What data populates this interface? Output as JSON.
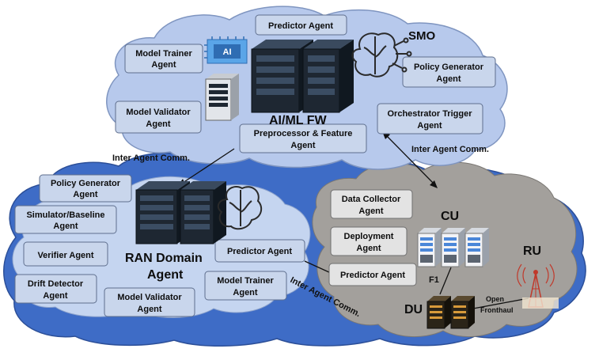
{
  "smo": {
    "title": "SMO",
    "framework_label": "AI/ML FW",
    "chip_label": "AI",
    "agents": {
      "predictor": "Predictor Agent",
      "model_trainer": [
        "Model Trainer",
        "Agent"
      ],
      "policy_generator": [
        "Policy Generator",
        "Agent"
      ],
      "model_validator": [
        "Model Validator",
        "Agent"
      ],
      "orchestrator_trigger": [
        "Orchestrator Trigger",
        "Agent"
      ],
      "preprocessor": [
        "Preprocessor & Feature",
        "Agent"
      ]
    }
  },
  "ran": {
    "title": [
      "RAN Domain",
      "Agent"
    ],
    "agents": {
      "policy_generator": [
        "Policy Generator",
        "Agent"
      ],
      "simulator": [
        "Simulator/Baseline",
        "Agent"
      ],
      "verifier": "Verifier Agent",
      "drift_detector": [
        "Drift Detector",
        "Agent"
      ],
      "model_validator": [
        "Model Validator",
        "Agent"
      ],
      "model_trainer": [
        "Model Trainer",
        "Agent"
      ],
      "predictor": "Predictor Agent"
    }
  },
  "edge": {
    "cu_label": "CU",
    "du_label": "DU",
    "ru_label": "RU",
    "f1_label": "F1",
    "fronthaul_label": [
      "Open",
      "Fronthaul"
    ],
    "agents": {
      "data_collector": [
        "Data Collector",
        "Agent"
      ],
      "deployment": [
        "Deployment",
        "Agent"
      ],
      "predictor": "Predictor Agent"
    }
  },
  "links": {
    "smo_ran": "Inter Agent Comm.",
    "smo_edge": "Inter Agent Comm.",
    "ran_edge": "Inter Agent Comm."
  },
  "colors": {
    "smo_cloud": "#b7c9ec",
    "ran_cloud": "#3e6cc6",
    "ran_inner": "#c5d5f0",
    "edge_cloud": "#a3a09c",
    "agent_box": "#c9d6ec",
    "server": "#1e2732"
  }
}
